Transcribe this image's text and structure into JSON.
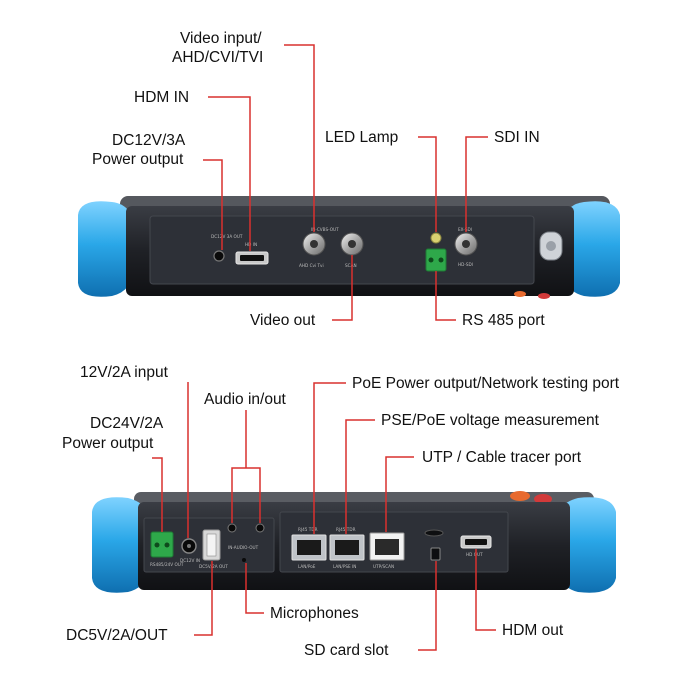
{
  "callouts": {
    "video_input_line1": "Video input/",
    "video_input_line2": "AHD/CVI/TVI",
    "hdmi_in": "HDM IN",
    "dc12v_line1": "DC12V/3A",
    "dc12v_line2": "Power output",
    "led_lamp": "LED Lamp",
    "sdi_in": "SDI IN",
    "video_out": "Video out",
    "rs485": "RS 485 port",
    "input_12v": "12V/2A input",
    "audio": "Audio in/out",
    "dc24v_line1": "DC24V/2A",
    "dc24v_line2": "Power output",
    "poe_output": "PoE Power output/Network testing port",
    "pse_poe": "PSE/PoE voltage measurement",
    "utp": "UTP / Cable tracer port",
    "microphones": "Microphones",
    "dc5v": "DC5V/2A/OUT",
    "sd_card": "SD card slot",
    "hdmi_out": "HDM out"
  },
  "panel_print": {
    "top_dc12v": "DC12V 3A OUT",
    "top_hdmi": "HD IN",
    "top_bnc": "IN-CVBS-OUT",
    "top_ahd": "AHD Cvi Tvi",
    "top_scan": "SCAN",
    "top_sdi": "EX-SDI",
    "top_hdsdi": "HD-SDI",
    "bot_rs485": "RS485/24V OUT",
    "bot_dc12v": "DC12V IN",
    "bot_usb": "DC5V/2A OUT",
    "bot_audio": "IN-AUDIO-OUT",
    "bot_rj45_tdr_1": "RJ45 TDR",
    "bot_rj45_tdr_2": "RJ45 TDR",
    "bot_lan_poe": "LAN/PoE",
    "bot_lan_pse": "LAN/PSE IN",
    "bot_utp": "UTP/SCAN",
    "bot_hdmi_out": "HD OUT"
  },
  "colors": {
    "bumper": "#2aa7e8",
    "body": "#1f2126",
    "panel": "#2d3037",
    "leader": "#d9302e",
    "terminal": "#2ea84a"
  }
}
